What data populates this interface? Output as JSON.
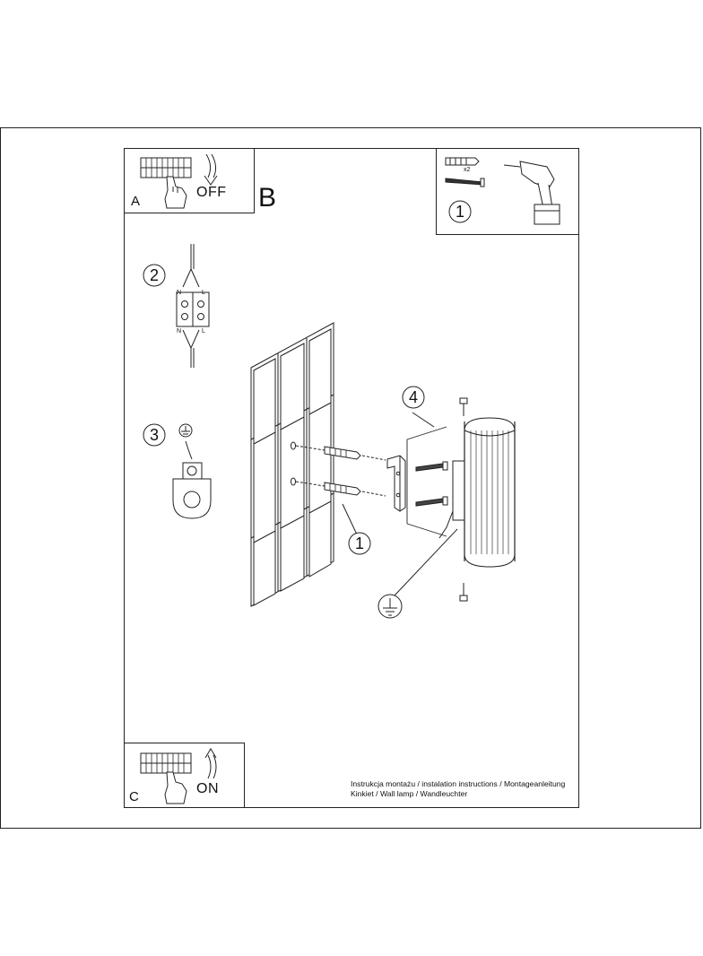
{
  "steps": {
    "a": {
      "letter": "A",
      "label": "OFF"
    },
    "b": {
      "letter": "B"
    },
    "c": {
      "letter": "C",
      "label": "ON"
    }
  },
  "callouts": {
    "tools": "1",
    "wiring": "2",
    "ground_terminal": "3",
    "bracket": "4",
    "wall_plugs": "1"
  },
  "wiring_labels": {
    "neutral": "N",
    "live": "L"
  },
  "multiplier": "x2",
  "footer": {
    "line1": "Instrukcja montażu / instalation instructions / Montageanleitung",
    "line2": "Kinkiet / Wall lamp / Wandleuchter"
  },
  "icons": [
    "drill-icon",
    "screw-icon",
    "wall-plug-icon",
    "fuse-box-icon",
    "hand-icon",
    "arrow-icon",
    "ground-symbol-icon",
    "terminal-block-icon",
    "wall-lamp-icon",
    "mounting-bracket-icon"
  ]
}
